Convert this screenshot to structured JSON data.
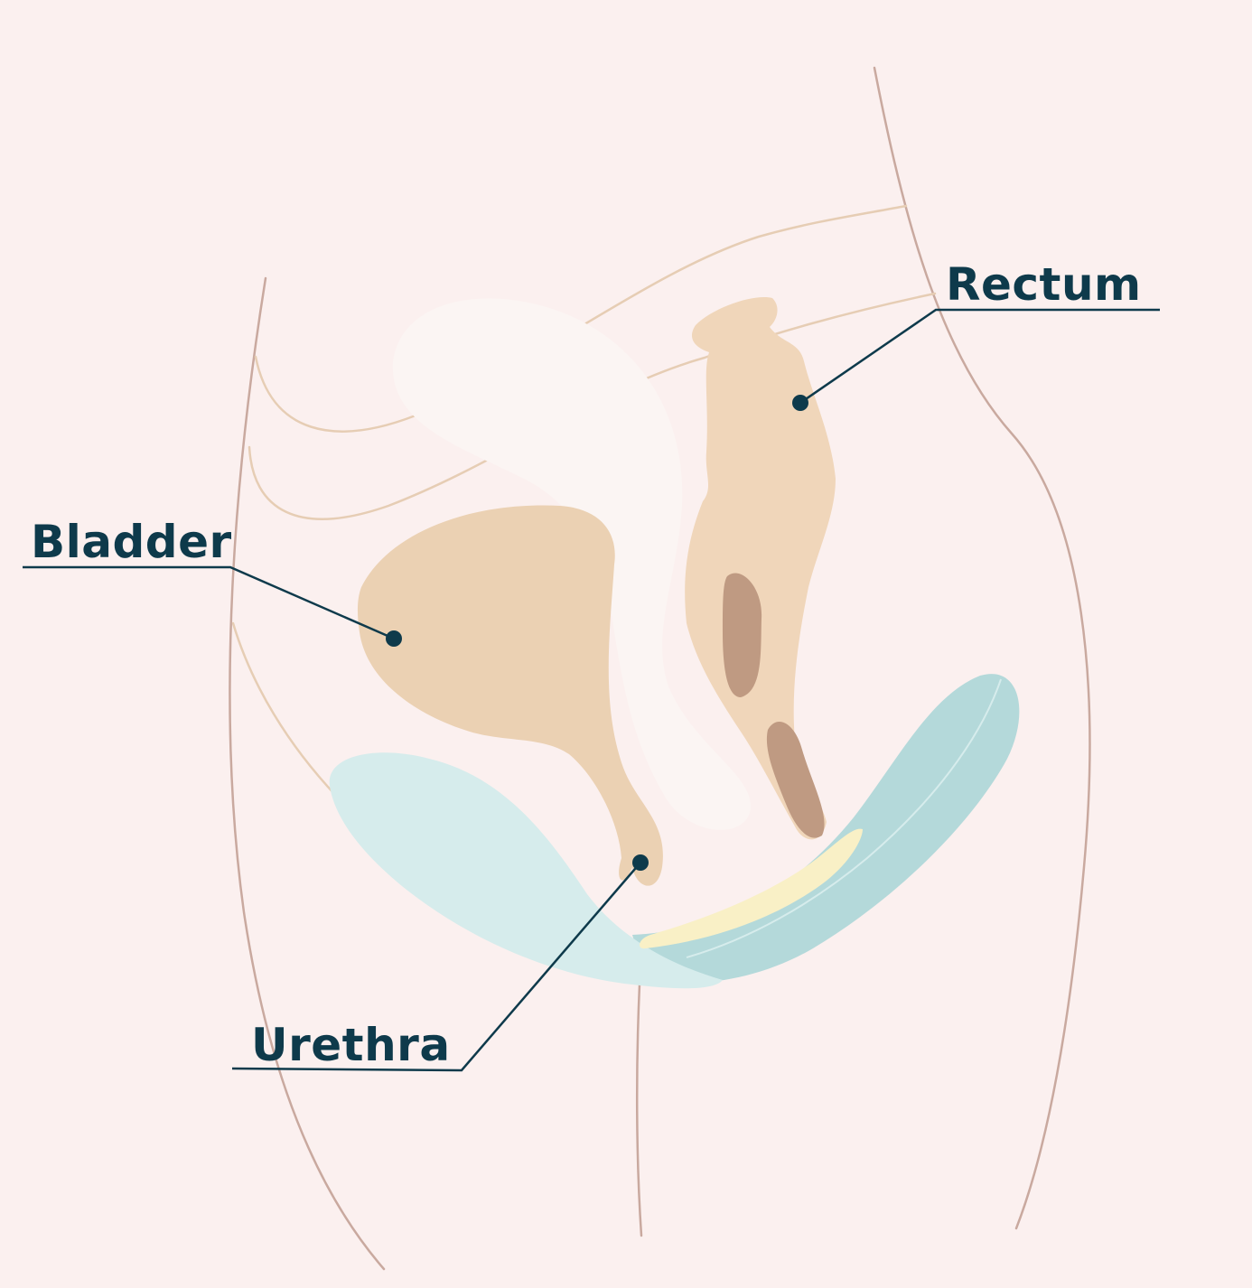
{
  "labels": {
    "bladder": "Bladder",
    "rectum": "Rectum",
    "urethra": "Urethra"
  },
  "colors": {
    "background": "#fbf0ef",
    "label_text": "#0e3a4b",
    "leader_line": "#0e3a4b",
    "body_outline": "#c9a99f",
    "hip_lines": "#e6cdb4",
    "bladder": "#ebd1b3",
    "rectum": "#f0d6ba",
    "rectum_dark": "#bf9a82",
    "uterus": "#fbf5f3",
    "pelvic_floor_front": "#d6ecec",
    "pelvic_floor_back": "#b4d9da",
    "highlight": "#f9f0c6"
  }
}
